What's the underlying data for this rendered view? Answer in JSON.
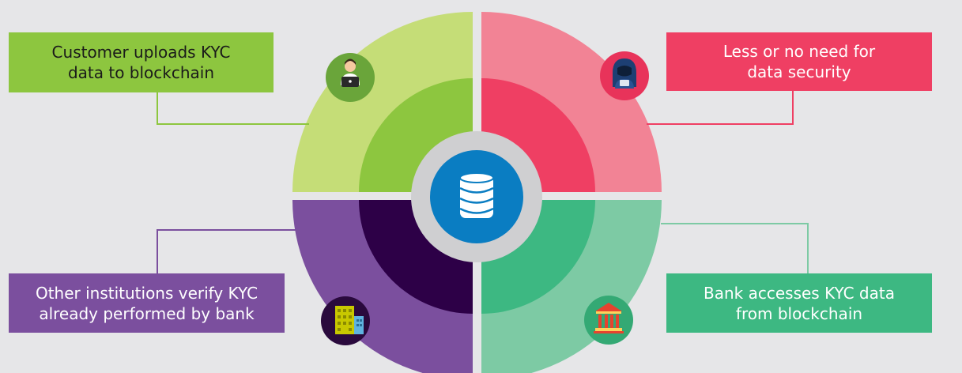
{
  "colors": {
    "background": "#e6e6e8",
    "green_outer": "#c5dd77",
    "green_inner": "#8dc63f",
    "green_icon_bg": "#6aa53a",
    "pink_outer": "#f28395",
    "pink_inner": "#ef3f63",
    "pink_icon_bg": "#e8335a",
    "purple_outer": "#7b4f9e",
    "purple_inner": "#2d0047",
    "purple_icon_bg": "#2a0a3d",
    "teal_outer": "#7dcaa4",
    "teal_inner": "#3db882",
    "teal_icon_bg": "#34a974",
    "hub_ring": "#cfcfd1",
    "hub_center": "#0a7dc2"
  },
  "center": {
    "icon": "database-icon"
  },
  "quadrants": {
    "top_left": {
      "text": "Customer uploads KYC\ndata to blockchain",
      "icon": "person-laptop-icon",
      "box_color": "#8dc63f",
      "text_color": "#1a1a1a"
    },
    "top_right": {
      "text": "Less or no need for\ndata security",
      "icon": "hacker-icon",
      "box_color": "#ef3f63",
      "text_color": "#ffffff"
    },
    "bottom_left": {
      "text": "Other institutions verify KYC\nalready performed by bank",
      "icon": "buildings-icon",
      "box_color": "#7b4f9e",
      "text_color": "#ffffff"
    },
    "bottom_right": {
      "text": "Bank accesses KYC data\nfrom blockchain",
      "icon": "bank-icon",
      "box_color": "#3db882",
      "text_color": "#ffffff"
    }
  }
}
